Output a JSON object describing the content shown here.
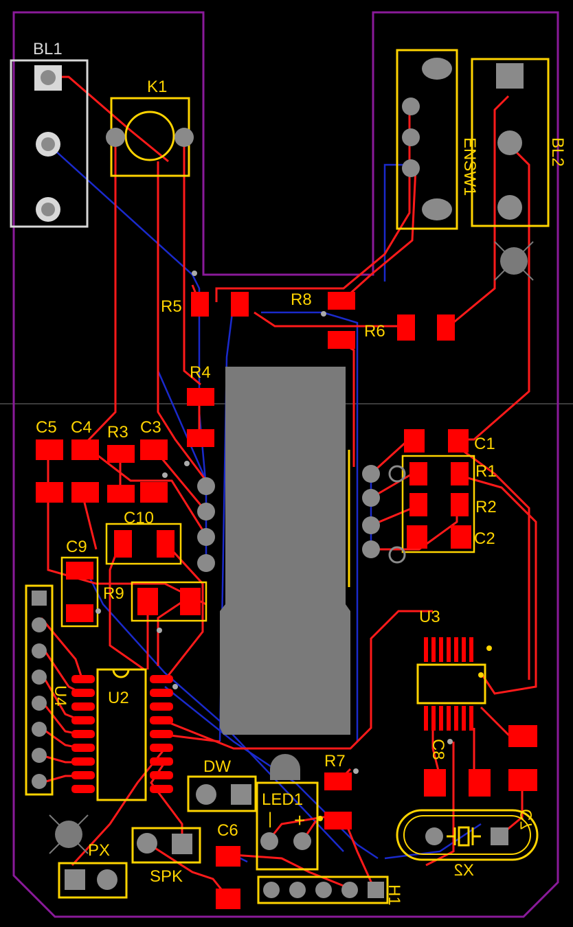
{
  "colors": {
    "background": "#000000",
    "board_outline": "#8a1a9a",
    "top_copper": "#ff1a1a",
    "bottom_copper": "#1a2acc",
    "silkscreen": "#ffd400",
    "silkscreen_white": "#d8d8d8",
    "pad": "#ff0000",
    "through_hole": "#8a8a8a",
    "component_body": "#7a7a7a",
    "guide_line": "#777777"
  },
  "designators": {
    "BL1": "BL1",
    "K1": "K1",
    "ENSW1": "ENSW1",
    "BL2": "BL2",
    "R5": "R5",
    "R8": "R8",
    "R6": "R6",
    "R4": "R4",
    "C5": "C5",
    "C4": "C4",
    "R3": "R3",
    "C3": "C3",
    "C1": "C1",
    "R1": "R1",
    "R2": "R2",
    "C2": "C2",
    "C10": "C10",
    "C9": "C9",
    "R9": "R9",
    "U3": "U3",
    "U4": "U4",
    "U2": "U2",
    "C8": "C8",
    "C7": "C7",
    "DW": "DW",
    "R7": "R7",
    "LED1": "LED1",
    "PX": "PX",
    "C6": "C6",
    "SPK": "SPK",
    "H1": "H1",
    "X2": "X2"
  },
  "polarity": {
    "minus": "|",
    "plus": "+"
  },
  "icons": {
    "mounting_hole": "mounting-hole-icon",
    "crystal": "crystal-symbol-icon"
  }
}
